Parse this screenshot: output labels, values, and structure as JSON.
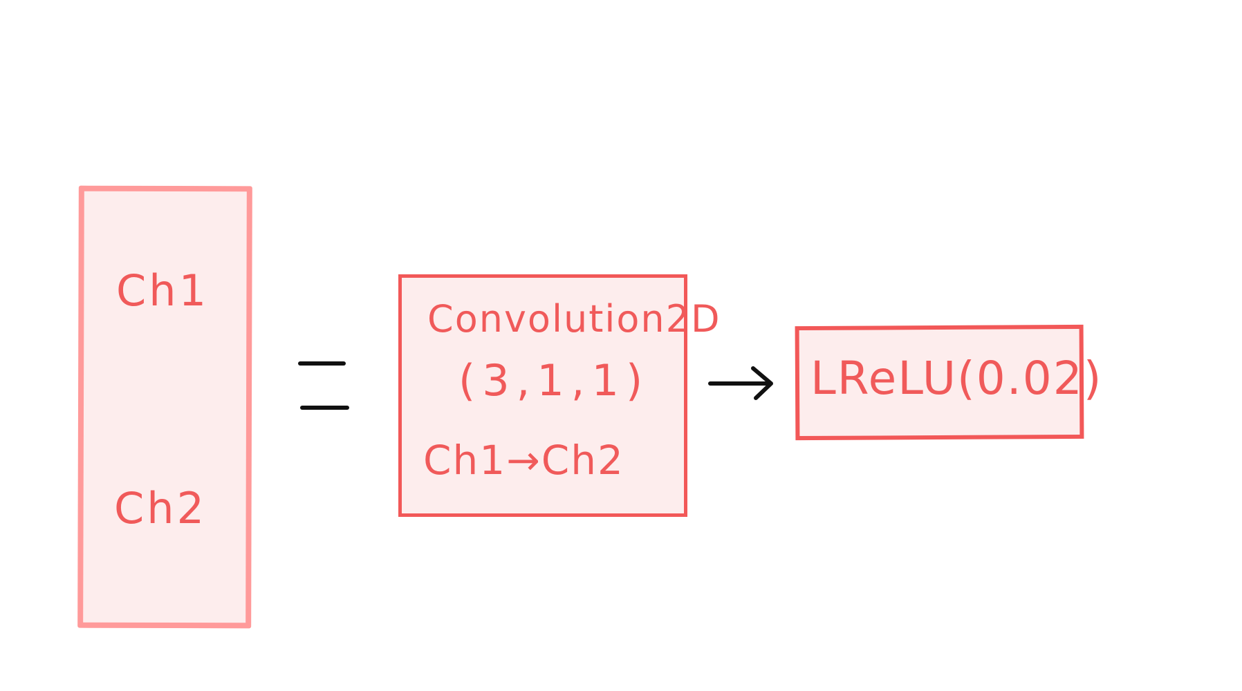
{
  "colors": {
    "accent": "#f25858",
    "light_border": "#ff9a9a",
    "fill": "#fdeded",
    "arrow": "#111111"
  },
  "left_block": {
    "top_label": "Ch1",
    "bottom_label": "Ch2"
  },
  "equals_icon": "equals-sign",
  "conv_block": {
    "title": "Convolution2D",
    "params": "(3,1,1)",
    "channels": "Ch1→Ch2"
  },
  "arrow_icon": "right-arrow",
  "lrelu_block": {
    "label": "LReLU(0.02)"
  }
}
